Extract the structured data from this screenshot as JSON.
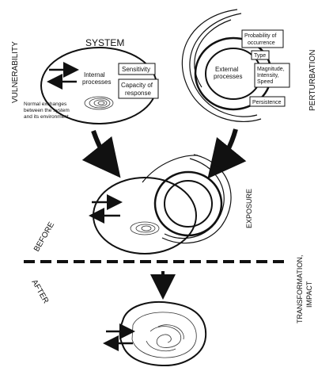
{
  "labels": {
    "vulnerability": "VULNERABILITY",
    "perturbation": "PERTURBATION",
    "system": "SYSTEM",
    "internal_processes_1": "Internal",
    "internal_processes_2": "processes",
    "sensitivity": "Sensitivity",
    "capacity_1": "Capacity of",
    "capacity_2": "response",
    "normal_exchanges_1": "Normal exchanges",
    "normal_exchanges_2": "between the system",
    "normal_exchanges_3": "and its environment",
    "probability_1": "Probability of",
    "probability_2": "occurrence",
    "type": "Type",
    "external_1": "External",
    "external_2": "processes",
    "magnitude_1": "Magnitude,",
    "magnitude_2": "Intensity,",
    "magnitude_3": "Speed",
    "persistence": "Persistence",
    "exposure": "EXPOSURE",
    "before": "BEFORE",
    "after": "AFTER",
    "transformation_1": "TRANSFORMATION,",
    "transformation_2": "IMPACT"
  }
}
